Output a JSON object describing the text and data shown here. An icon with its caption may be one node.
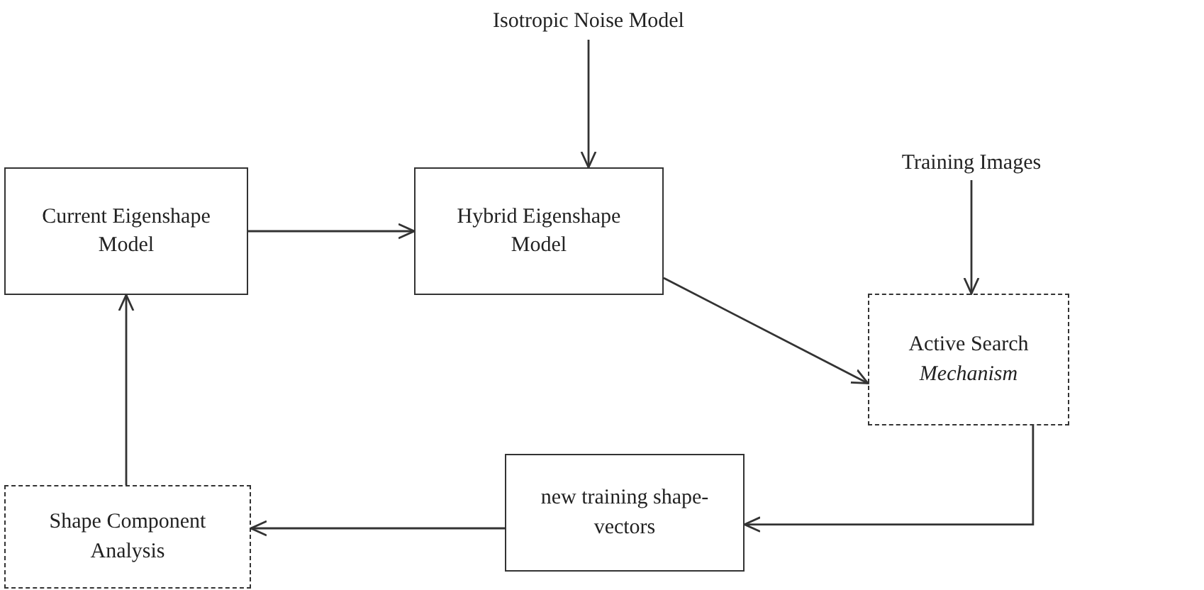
{
  "diagram": {
    "nodes": [
      {
        "text": [
          "Isotropic Noise Model"
        ]
      },
      {
        "text": [
          "Current Eigenshape Model"
        ]
      },
      {
        "text": [
          "Hybrid Eigenshape Model"
        ]
      },
      {
        "text": [
          "Training Images"
        ]
      },
      {
        "text": [
          "Active Search *Mechanism*"
        ]
      },
      {
        "text": [
          "new training shape-vectors"
        ]
      },
      {
        "text": [
          "Shape Component Analysis"
        ]
      }
    ],
    "edges": [
      {
        "from": 0,
        "to": 2,
        "arrow": "to"
      },
      {
        "from": 1,
        "to": 2,
        "arrow": "to"
      },
      {
        "from": 2,
        "to": 4,
        "arrow": "to"
      },
      {
        "from": 3,
        "to": 4,
        "arrow": "to"
      },
      {
        "from": 4,
        "to": 5,
        "arrow": "to"
      },
      {
        "from": 5,
        "to": 6,
        "arrow": "to"
      },
      {
        "from": 6,
        "to": 1,
        "arrow": "to"
      }
    ]
  }
}
